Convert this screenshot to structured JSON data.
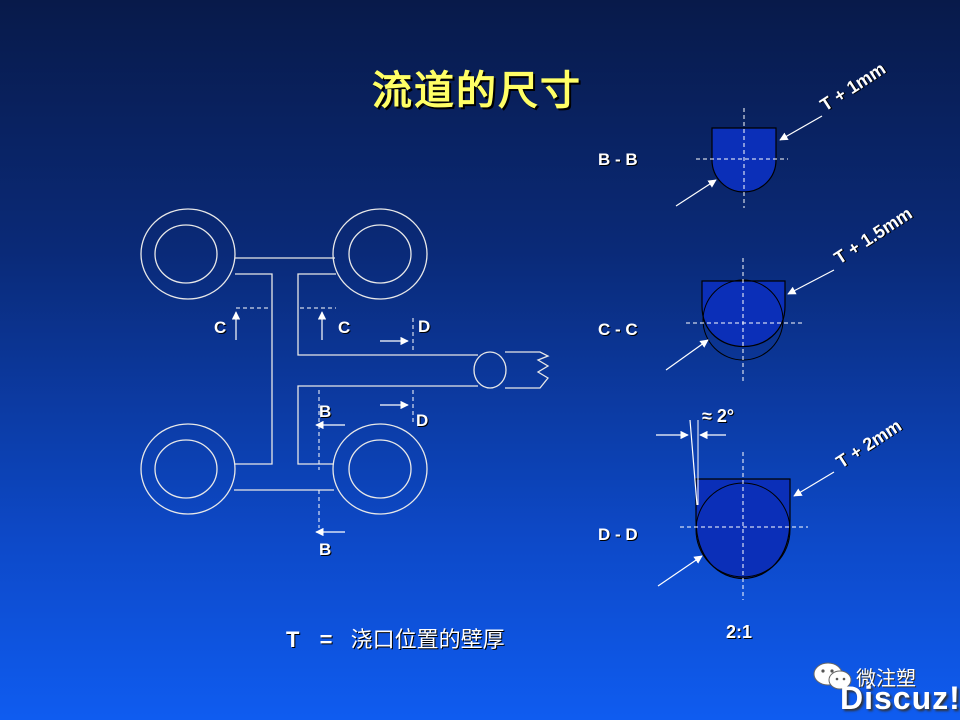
{
  "title": "流道的尺寸",
  "definition": {
    "symbol": "T",
    "equals": "=",
    "text": "浇口位置的壁厚"
  },
  "plan_labels": {
    "c_left": "C",
    "c_right": "C",
    "d_top": "D",
    "d_bottom": "D",
    "b_top": "B",
    "b_bottom": "B"
  },
  "sections": [
    {
      "label": "B - B",
      "dimension": "T + 1mm"
    },
    {
      "label": "C - C",
      "dimension": "T + 1.5mm"
    },
    {
      "label": "D - D",
      "dimension": "T + 2mm"
    }
  ],
  "draft_angle": "≈ 2°",
  "ratio": "2:1",
  "watermark": {
    "wechat": "微注塑",
    "brand": "Discuz!"
  },
  "colors": {
    "section_fill": "#0b2fb8",
    "title": "#ffff66",
    "line": "#ffffff"
  }
}
